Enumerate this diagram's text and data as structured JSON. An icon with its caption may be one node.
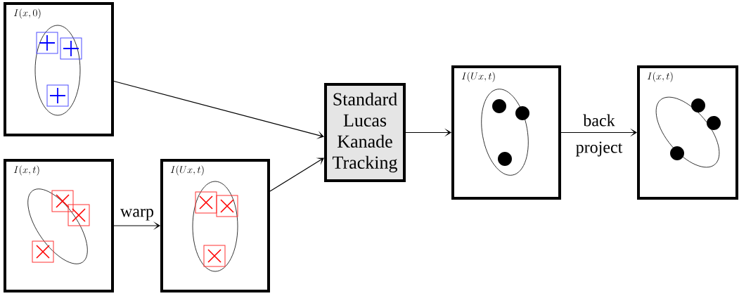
{
  "diagram": {
    "nodes": [
      {
        "text": [
          "I(x, 0)"
        ]
      },
      {
        "text": [
          "I(x, t)"
        ]
      },
      {
        "text": [
          "I(U x, t)"
        ]
      },
      {
        "text": [
          "Standard Lucas Kanade Tracking"
        ]
      },
      {
        "text": [
          "I(U x, t)"
        ]
      },
      {
        "text": [
          "I(x, t)"
        ]
      }
    ],
    "edges": [
      {
        "from": 0,
        "to": 3,
        "arrow": "to"
      },
      {
        "from": 1,
        "to": 2,
        "arrow": "to",
        "label": "warp"
      },
      {
        "from": 2,
        "to": 3,
        "arrow": "to"
      },
      {
        "from": 3,
        "to": 4,
        "arrow": "to"
      },
      {
        "from": 4,
        "to": 5,
        "arrow": "to",
        "label": "back project"
      }
    ]
  }
}
